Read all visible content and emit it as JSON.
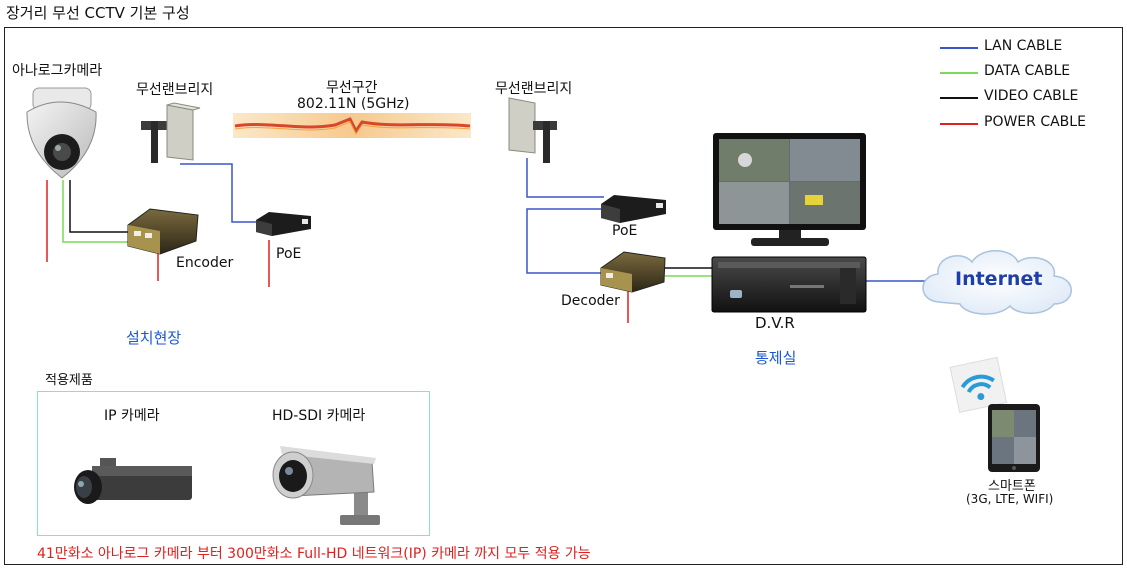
{
  "title": "장거리 무선 CCTV 기본 구성",
  "legend": [
    {
      "label": "LAN CABLE",
      "color": "#3a55c9"
    },
    {
      "label": "DATA CABLE",
      "color": "#7dd957"
    },
    {
      "label": "VIDEO CABLE",
      "color": "#111111"
    },
    {
      "label": "POWER CABLE",
      "color": "#e0201e"
    }
  ],
  "labels": {
    "analog_camera": "아나로그카메라",
    "bridge_left": "무선랜브리지",
    "bridge_right": "무선랜브리지",
    "wireless_section": "무선구간",
    "wireless_spec": "802.11N (5GHz)",
    "encoder": "Encoder",
    "poe_left": "PoE",
    "poe_right": "PoE",
    "decoder": "Decoder",
    "dvr": "D.V.R",
    "internet": "Internet",
    "site": "설치현장",
    "control_room": "통제실",
    "products_title": "적용제품",
    "ip_camera": "IP 카메라",
    "hdsdi_camera": "HD-SDI 카메라",
    "smartphone": "스마트폰",
    "smartphone_sub": "(3G, LTE, WIFI)",
    "bottom_note": "41만화소 아나로그 카메라 부터 300만화소 Full-HD 네트워크(IP) 카메라 까지 모두 적용 가능"
  },
  "colors": {
    "accent_blue": "#1a56d6",
    "note_red": "#e0201e",
    "products_border": "#86dedd"
  }
}
